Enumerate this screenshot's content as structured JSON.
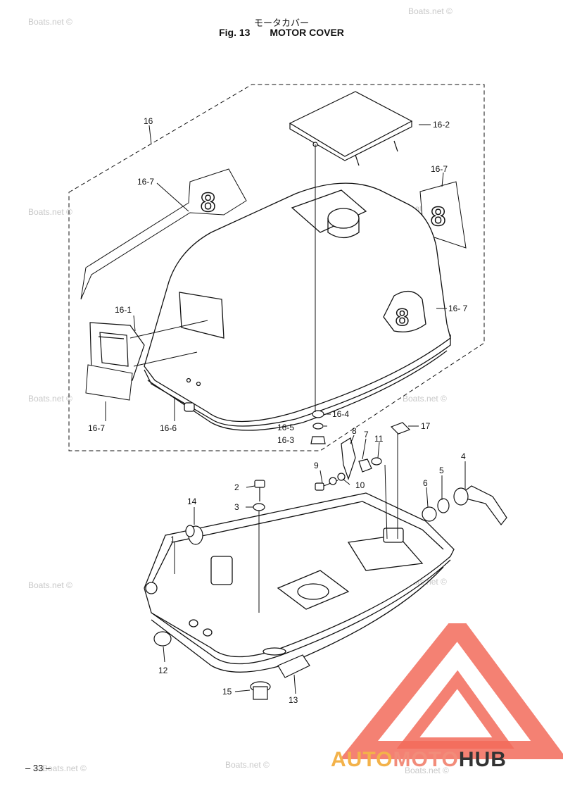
{
  "header": {
    "title_jp": "モータカバー",
    "fig_label": "Fig. 13",
    "title_en": "MOTOR COVER"
  },
  "callouts": {
    "c16": "16",
    "c16_1": "16-1",
    "c16_2": "16-2",
    "c16_3": "16-3",
    "c16_4": "16-4",
    "c16_5": "16-5",
    "c16_6": "16-6",
    "c16_7a": "16-7",
    "c16_7b": "16-7",
    "c16_7c": "16-7",
    "c16_7d": "16- 7",
    "c1": "1",
    "c2": "2",
    "c3": "3",
    "c4": "4",
    "c5": "5",
    "c6": "6",
    "c7": "7",
    "c8": "8",
    "c9": "9",
    "c10": "10",
    "c11": "11",
    "c12": "12",
    "c13": "13",
    "c14": "14",
    "c15": "15",
    "c17": "17"
  },
  "decal_text": "8",
  "watermark": "Boats.net ©",
  "page_number": "– 33 –",
  "logo": {
    "part1": "AUTO",
    "part2": "MOTO",
    "part3": "HUB",
    "colors": {
      "auto": "#f3b24a",
      "moto": "#f28c7a",
      "hub": "#333333",
      "triangle": "#f26b5b"
    }
  }
}
